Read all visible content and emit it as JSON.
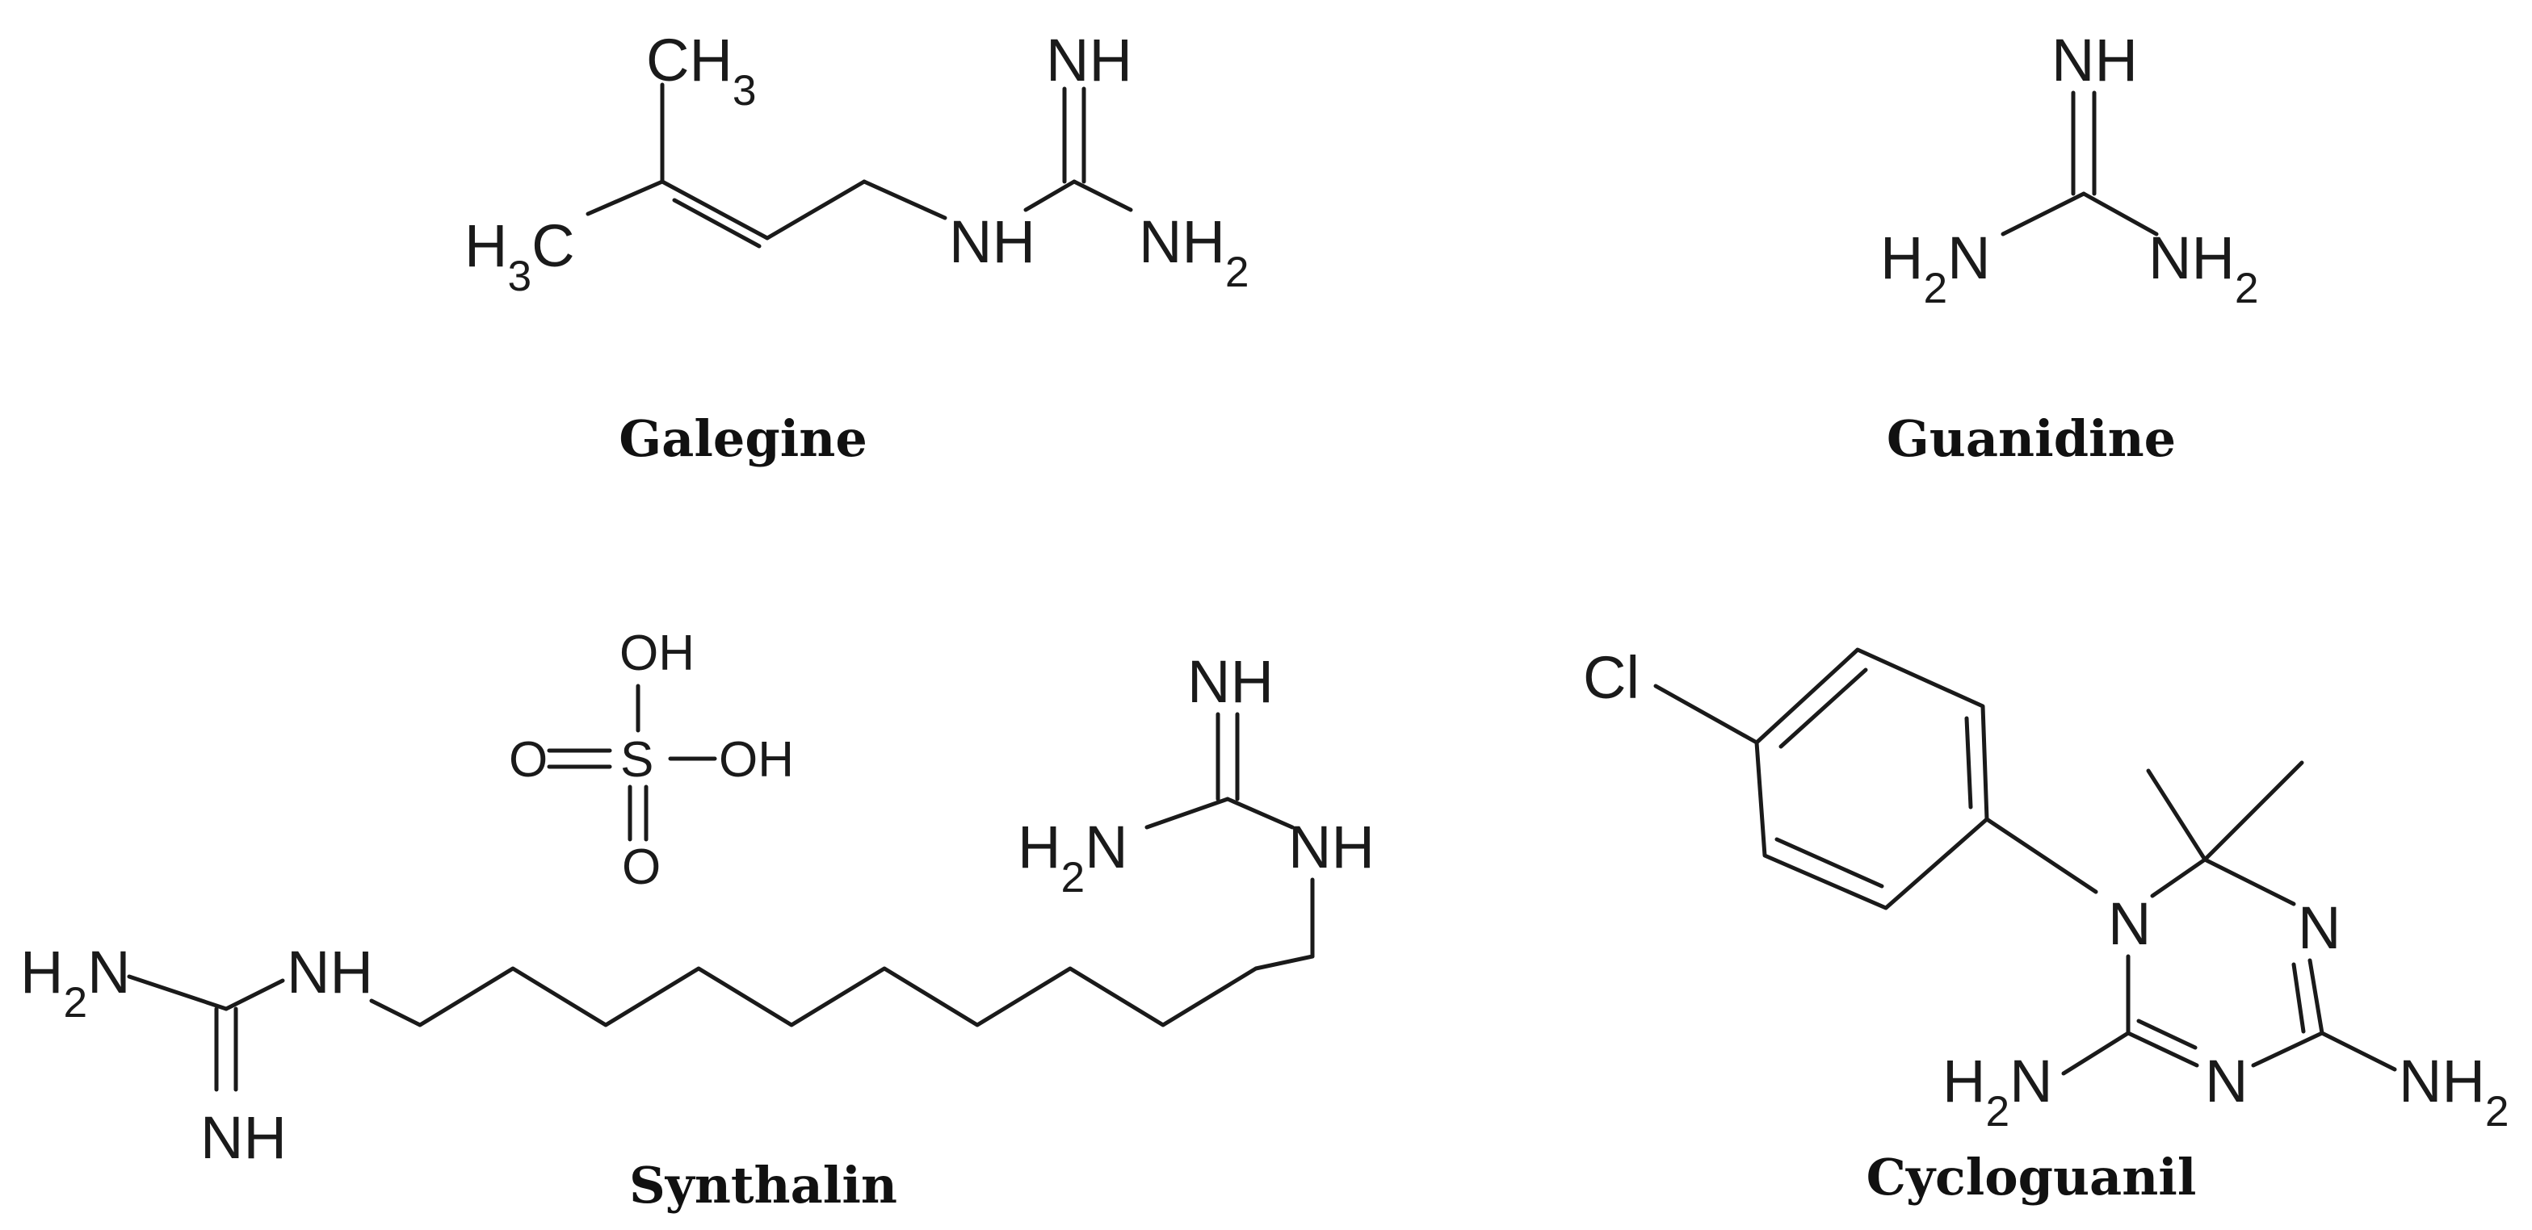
{
  "molecules": {
    "galegine": {
      "caption": "Galegine",
      "atoms": {
        "ch3": "CH3",
        "h3c": "H3C",
        "nh_imine": "NH",
        "nh_chain": "NH",
        "nh2": "NH2"
      }
    },
    "guanidine": {
      "caption": "Guanidine",
      "atoms": {
        "nh_imine": "NH",
        "h2n": "H2N",
        "nh2": "NH2"
      }
    },
    "synthalin": {
      "caption": "Synthalin",
      "atoms": {
        "oh_top": "OH",
        "o_left": "O",
        "s": "S",
        "oh_right": "OH",
        "o_bottom": "O",
        "nh_right_imine": "NH",
        "h2n_right": "H2N",
        "nh_right_chain": "NH",
        "h2n_left": "H2N",
        "nh_left_chain": "NH",
        "nh_left_imine": "NH"
      }
    },
    "cycloguanil": {
      "caption": "Cycloguanil",
      "atoms": {
        "cl": "Cl",
        "n1": "N",
        "n3": "N",
        "n5": "N",
        "h2n": "H2N",
        "nh2": "NH2"
      }
    }
  }
}
